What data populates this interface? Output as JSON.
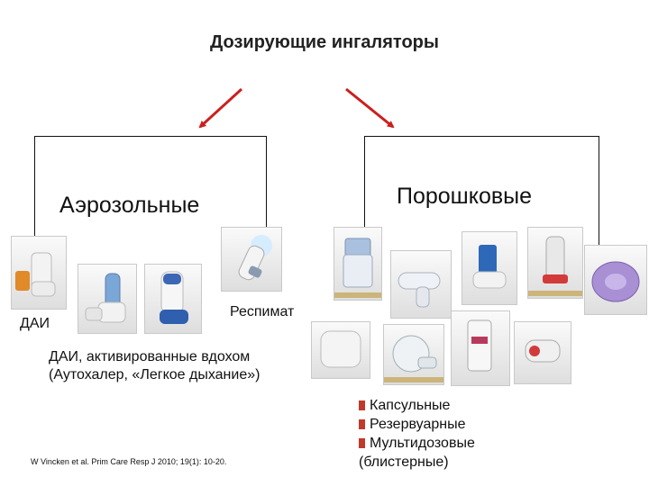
{
  "title": "Дозирующие ингаляторы",
  "aerosol": {
    "heading": "Аэрозольные",
    "mdi_label": "ДАИ",
    "breath_activated_line1": "ДАИ, активированные вдохом",
    "breath_activated_line2": "(Аутохалер, «Легкое дыхание»)",
    "respimat_label": "Респимат"
  },
  "powder": {
    "heading": "Порошковые",
    "types": [
      "Капсульные",
      "Резервуарные",
      "Мультидозовые"
    ],
    "types_note": "(блистерные)"
  },
  "citation": "W Vincken et al. Prim Care Resp J 2010; 19(1): 10-20.",
  "colors": {
    "arrow": "#cc1f1f",
    "bullet": "#c0392b",
    "frame": "#111111",
    "photo_plate": "#ccb47a"
  }
}
